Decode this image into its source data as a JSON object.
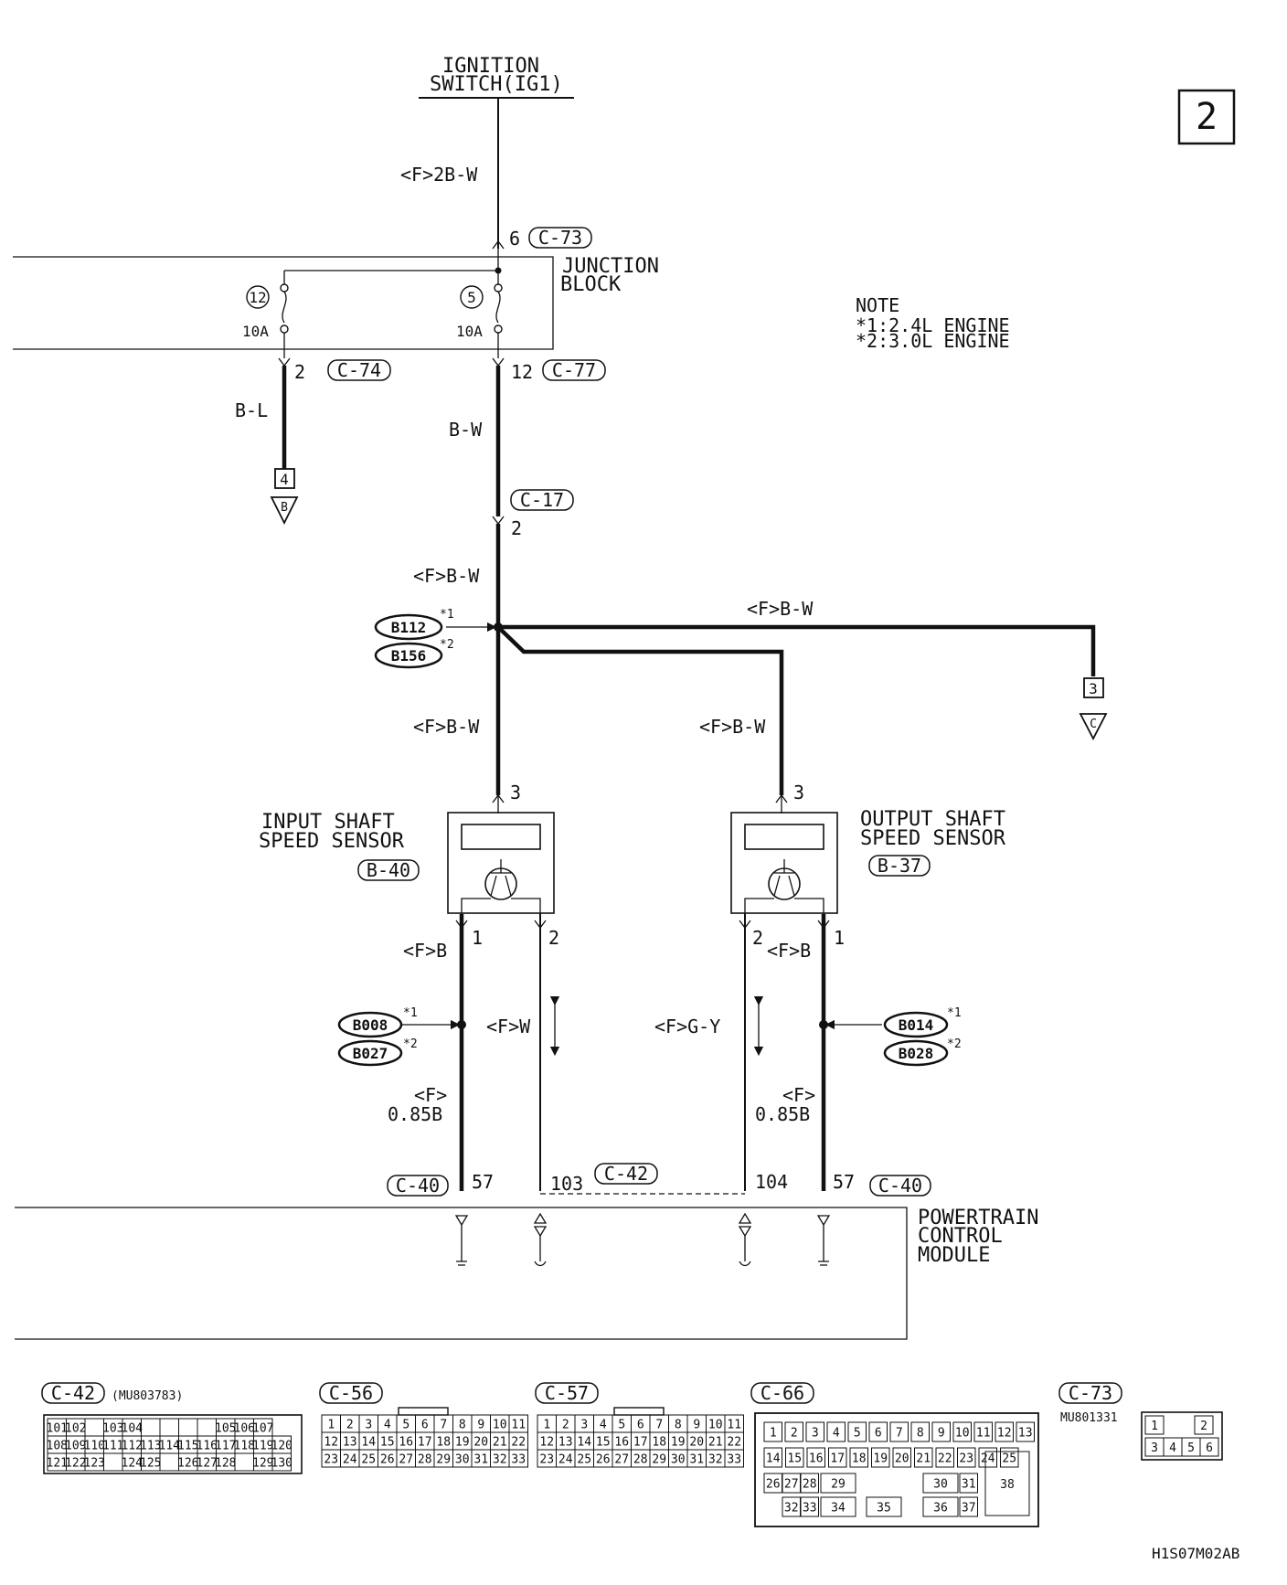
{
  "page_number": "2",
  "diagram_code": "H1S07M02AB",
  "ignition": {
    "line1": "IGNITION",
    "line2": "SWITCH(IG1)"
  },
  "junction_block": {
    "line1": "JUNCTION",
    "line2": "BLOCK",
    "fuse_12": "12",
    "fuse_5": "5",
    "amp_12": "10A",
    "amp_5": "10A"
  },
  "note": {
    "title": "NOTE",
    "n1": "*1:2.4L ENGINE",
    "n2": "*2:3.0L ENGINE"
  },
  "wires": {
    "w_2bw": "<F>2B-W",
    "w_bl": "B-L",
    "w_bw": "B-W",
    "w_fbw_a": "<F>B-W",
    "w_fbw_b": "<F>B-W",
    "w_fbw_c": "<F>B-W",
    "w_fbw_d": "<F>B-W",
    "w_fb_left": "<F>B",
    "w_fb_right": "<F>B",
    "w_fw": "<F>W",
    "w_fgy": "<F>G-Y",
    "w_f085_l1": "<F>",
    "w_f085_l2": "0.85B",
    "w_f085_r1": "<F>",
    "w_f085_r2": "0.85B"
  },
  "pins": {
    "p6": "6",
    "p2_c74": "2",
    "p12": "12",
    "p2_c17": "2",
    "p3_in": "3",
    "p3_out": "3",
    "p1_in": "1",
    "p2_in": "2",
    "p2_out": "2",
    "p1_out": "1",
    "p57_l": "57",
    "p103": "103",
    "p104": "104",
    "p57_r": "57"
  },
  "connectors": {
    "c73": "C-73",
    "c74": "C-74",
    "c77": "C-77",
    "c17": "C-17",
    "b40": "B-40",
    "b37": "B-37",
    "c40_l": "C-40",
    "c42": "C-42",
    "c40_r": "C-40"
  },
  "splices": {
    "s112": "B112",
    "s156": "B156",
    "s008": "B008",
    "s027": "B027",
    "s014": "B014",
    "s028": "B028",
    "star1": "*1",
    "star2": "*2"
  },
  "refs": {
    "ref4": "4",
    "refB": "B",
    "ref3": "3",
    "refC": "C"
  },
  "sensors": {
    "input_l1": "INPUT SHAFT",
    "input_l2": "SPEED SENSOR",
    "output_l1": "OUTPUT SHAFT",
    "output_l2": "SPEED SENSOR"
  },
  "pcm": {
    "l1": "POWERTRAIN",
    "l2": "CONTROL",
    "l3": "MODULE"
  },
  "connector_views": {
    "c42": {
      "label": "C-42",
      "part": "(MU803783)",
      "rows": [
        [
          "101",
          "102",
          "",
          "103",
          "104",
          "",
          "",
          "",
          "",
          "105",
          "106",
          "107"
        ],
        [
          "108",
          "109",
          "110",
          "111",
          "112",
          "113",
          "114",
          "115",
          "116",
          "117",
          "118",
          "119",
          "120"
        ],
        [
          "121",
          "122",
          "123",
          "",
          "124",
          "125",
          "",
          "126",
          "127",
          "128",
          "",
          "129",
          "130"
        ]
      ]
    },
    "c56": {
      "label": "C-56",
      "rows": [
        [
          "1",
          "2",
          "3",
          "4",
          "5",
          "6",
          "7",
          "8",
          "9",
          "10",
          "11"
        ],
        [
          "12",
          "13",
          "14",
          "15",
          "16",
          "17",
          "18",
          "19",
          "20",
          "21",
          "22"
        ],
        [
          "23",
          "24",
          "25",
          "26",
          "27",
          "28",
          "29",
          "30",
          "31",
          "32",
          "33"
        ]
      ]
    },
    "c57": {
      "label": "C-57",
      "rows": [
        [
          "1",
          "2",
          "3",
          "4",
          "5",
          "6",
          "7",
          "8",
          "9",
          "10",
          "11"
        ],
        [
          "12",
          "13",
          "14",
          "15",
          "16",
          "17",
          "18",
          "19",
          "20",
          "21",
          "22"
        ],
        [
          "23",
          "24",
          "25",
          "26",
          "27",
          "28",
          "29",
          "30",
          "31",
          "32",
          "33"
        ]
      ]
    },
    "c66": {
      "label": "C-66",
      "r1": [
        "1",
        "2",
        "3",
        "4",
        "5",
        "6",
        "7",
        "8",
        "9",
        "10",
        "11",
        "12",
        "13"
      ],
      "r2": [
        "14",
        "15",
        "16",
        "17",
        "18",
        "19",
        "20",
        "21",
        "22",
        "23",
        "24",
        "25"
      ],
      "r3": [
        "26",
        "27",
        "28",
        "29",
        "30",
        "31"
      ],
      "r4": [
        "32",
        "33",
        "34",
        "35",
        "36",
        "37"
      ],
      "big": "38"
    },
    "c73": {
      "label": "C-73",
      "part": "MU801331",
      "r1": [
        "1",
        "2"
      ],
      "r2": [
        "3",
        "4",
        "5",
        "6"
      ]
    }
  }
}
